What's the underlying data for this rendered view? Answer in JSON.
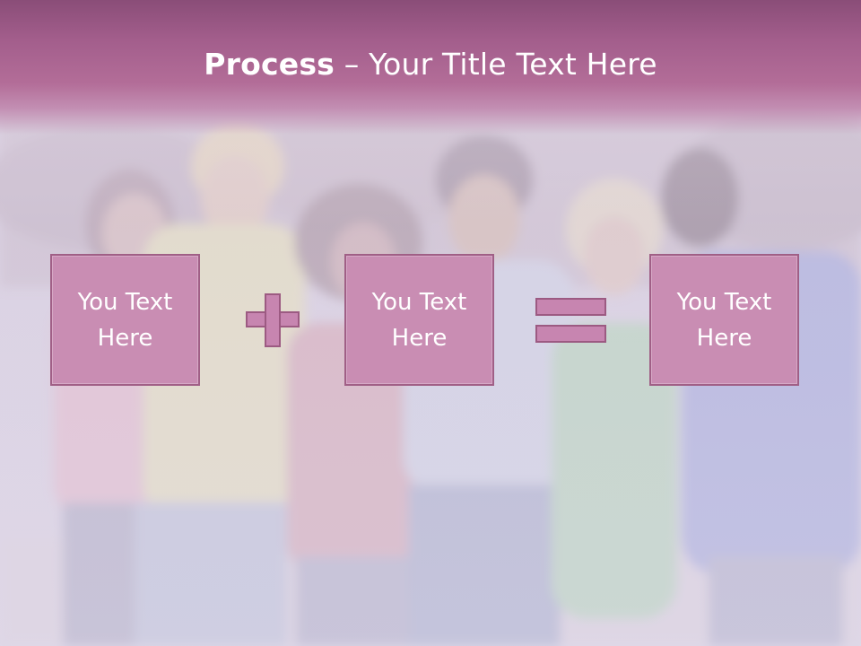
{
  "slide": {
    "title_bold": "Process",
    "title_rest": " – Your Title Text Here"
  },
  "process": {
    "boxes": [
      {
        "label": "You Text\nHere"
      },
      {
        "label": "You Text\nHere"
      },
      {
        "label": "You Text\nHere"
      }
    ],
    "operators": [
      "plus-icon",
      "equals-icon"
    ]
  },
  "colors": {
    "title_band": "#a35e8c",
    "box_fill": "#c98db3",
    "box_border": "#a05f86",
    "text": "#ffffff"
  }
}
